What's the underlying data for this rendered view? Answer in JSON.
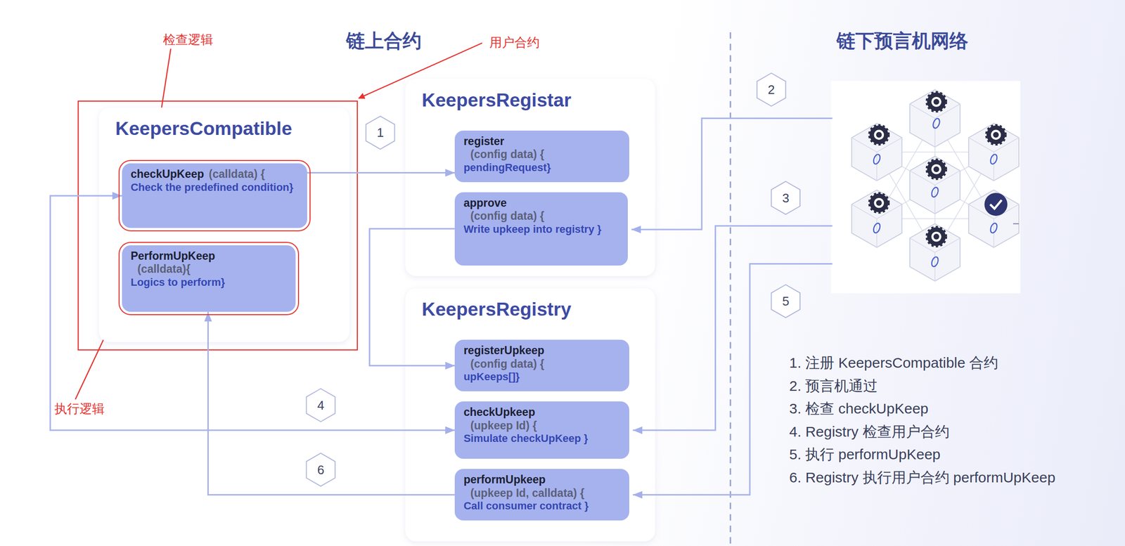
{
  "diagram": {
    "nodes": [
      {
        "text": [
          "KeepersCompatible"
        ]
      },
      {
        "text": [
          "checkUpKeep",
          "(calldata) {",
          "Check the predefined condition}"
        ],
        "in": 0
      },
      {
        "text": [
          "PerformUpKeep",
          "(calldata){",
          "Logics to perform}"
        ],
        "in": 0
      },
      {
        "text": [
          "KeepersRegistar"
        ]
      },
      {
        "text": [
          "register",
          "(config data) {",
          "pendingRequest}"
        ],
        "in": 3
      },
      {
        "text": [
          "approve",
          "(config data) {",
          "Write upkeep into registry }"
        ],
        "in": 3
      },
      {
        "text": [
          "KeepersRegistry"
        ]
      },
      {
        "text": [
          "registerUpkeep",
          "(config data) {",
          "upKeeps[]}"
        ],
        "in": 6
      },
      {
        "text": [
          "checkUpkeep",
          "(upkeep Id) {",
          "Simulate checkUpKeep }"
        ],
        "in": 6
      },
      {
        "text": [
          "performUpkeep",
          "(upkeep Id, calldata) {",
          "Call consumer contract }"
        ],
        "in": 6
      }
    ],
    "edges": [
      {
        "from": 1,
        "to": 4,
        "arrow": "to"
      },
      {
        "from": 5,
        "to": 7,
        "arrow": "to"
      },
      {
        "from": 8,
        "to": 1,
        "arrow": "both"
      },
      {
        "from": 9,
        "to": 2,
        "arrow": "to"
      }
    ],
    "labels": [
      "检查逻辑",
      "链上合约",
      "用户合约",
      "链下预言机网络",
      "1",
      "2",
      "3",
      "4",
      "5",
      "6",
      "执行逻辑",
      "1. 注册 KeepersCompatible 合约",
      "2. 预言机通过",
      "3. 检查 checkUpKeep",
      "4. Registry 检查用户合约",
      "5. 执行 performUpKeep",
      "6. Registry 执行用户合约 performUpKeep"
    ]
  }
}
